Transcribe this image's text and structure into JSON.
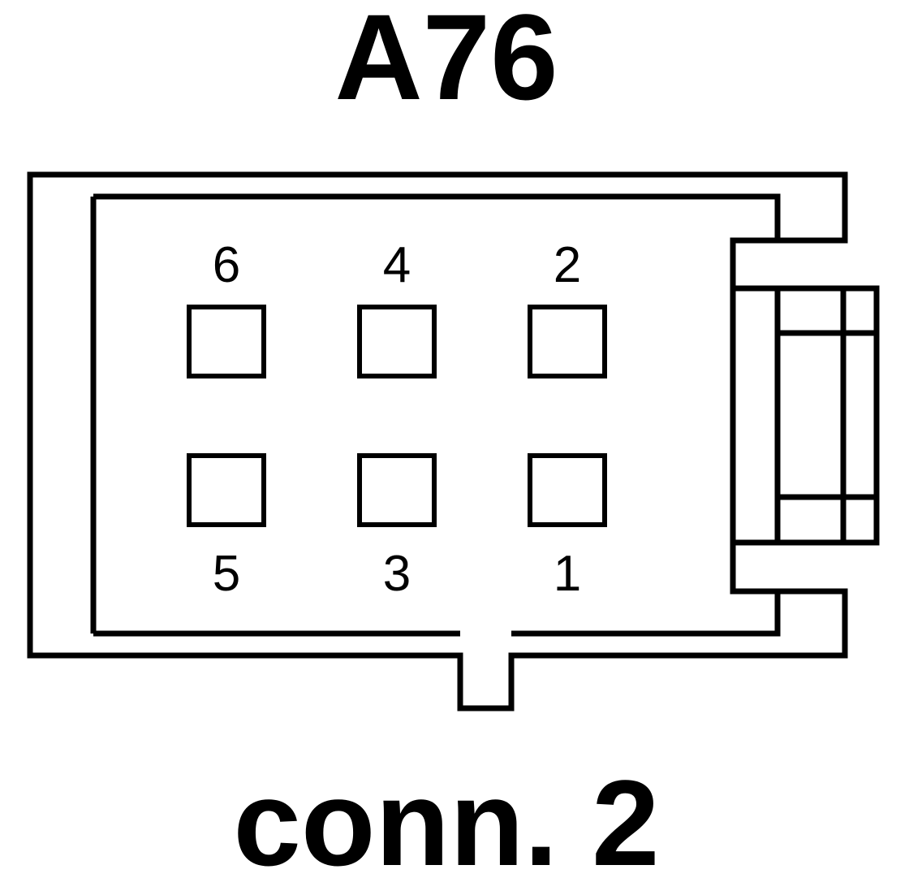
{
  "title": "A76",
  "subtitle": "conn. 2",
  "pins": [
    {
      "label": "6",
      "row": "top",
      "col": 0
    },
    {
      "label": "4",
      "row": "top",
      "col": 1
    },
    {
      "label": "2",
      "row": "top",
      "col": 2
    },
    {
      "label": "5",
      "row": "bottom",
      "col": 0
    },
    {
      "label": "3",
      "row": "bottom",
      "col": 1
    },
    {
      "label": "1",
      "row": "bottom",
      "col": 2
    }
  ],
  "colors": {
    "stroke": "#000000",
    "background": "#ffffff"
  }
}
